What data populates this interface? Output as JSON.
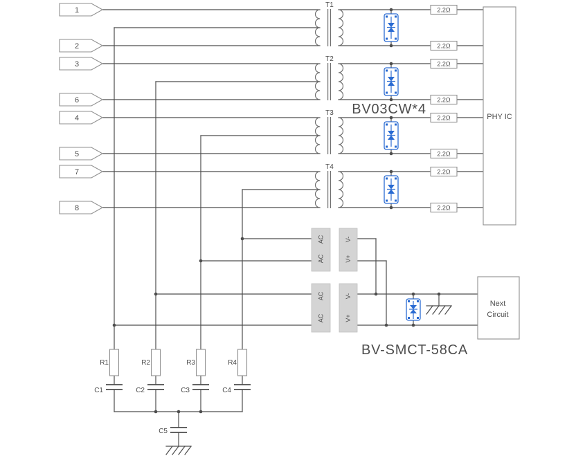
{
  "diagram": {
    "pins": [
      "1",
      "2",
      "3",
      "6",
      "4",
      "5",
      "7",
      "8"
    ],
    "transformers": [
      "T1",
      "T2",
      "T3",
      "T4"
    ],
    "series_resistor_value": "2.2Ω",
    "tvs_part_label": "BV03CW*4",
    "bridge_part_label": "BV-SMCT-58CA",
    "phy_label": "PHY IC",
    "next_circuit": {
      "line1": "Next",
      "line2": "Circuit"
    },
    "bridge_pins": {
      "ac": "AC",
      "v_minus": "V-",
      "v_plus": "V+"
    },
    "termination": {
      "resistors": [
        "R1",
        "R2",
        "R3",
        "R4"
      ],
      "capacitors": [
        "C1",
        "C2",
        "C3",
        "C4",
        "C5"
      ]
    },
    "colors": {
      "accent_blue": "#2a6bd2",
      "wire": "#4d4d4d",
      "component": "#8f8f8f",
      "block_fill": "#d4d4d4",
      "text": "#4d4d4d"
    }
  }
}
